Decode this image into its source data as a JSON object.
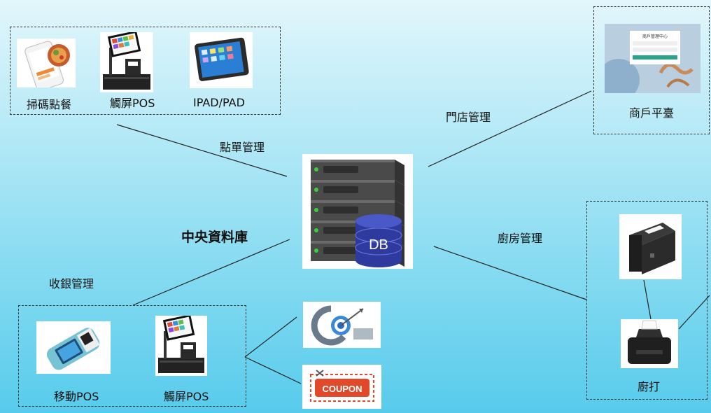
{
  "center": {
    "title": "中央資料庫",
    "db_text": "DB"
  },
  "edges": {
    "order": "點單管理",
    "store": "門店管理",
    "kitchen": "廚房管理",
    "cashier": "收銀管理"
  },
  "order_group": {
    "items": [
      "掃碼點餐",
      "觸屏POS",
      "IPAD/PAD"
    ]
  },
  "merchant": {
    "label": "商戶平臺",
    "screen_title": "商戶管理中心"
  },
  "kitchen_group": {
    "label": "廚打"
  },
  "cashier_group": {
    "items": [
      "移動POS",
      "觸屏POS"
    ]
  },
  "promos": {
    "coupon_text": "COUPON"
  }
}
